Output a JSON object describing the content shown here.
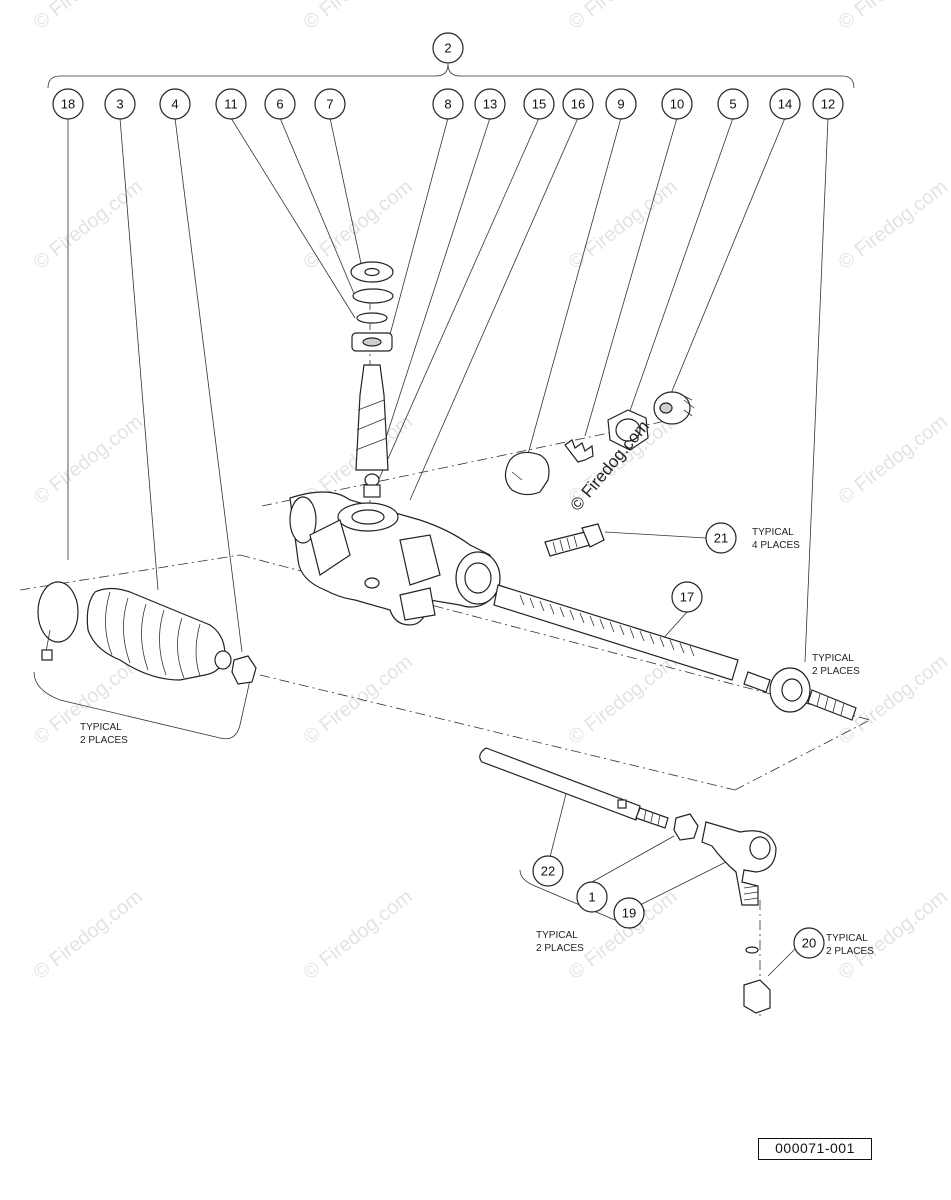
{
  "watermark": "© Firedog.com",
  "copyright_mark": "© Firedog.com",
  "figure_code": "000071-001",
  "callouts": {
    "c2": "2",
    "c18": "18",
    "c3": "3",
    "c4": "4",
    "c11": "11",
    "c6": "6",
    "c7": "7",
    "c8": "8",
    "c13": "13",
    "c15": "15",
    "c16": "16",
    "c9": "9",
    "c10": "10",
    "c5": "5",
    "c14": "14",
    "c12": "12",
    "c21": "21",
    "c17": "17",
    "c22": "22",
    "c1": "1",
    "c19": "19",
    "c20": "20"
  },
  "notes": {
    "n21_line1": "TYPICAL",
    "n21_line2": "4 PLACES",
    "n12_line1": "TYPICAL",
    "n12_line2": "2 PLACES",
    "nboot_line1": "TYPICAL",
    "nboot_line2": "2 PLACES",
    "n22_line1": "TYPICAL",
    "n22_line2": "2 PLACES",
    "n20_line1": "TYPICAL",
    "n20_line2": "2 PLACES"
  }
}
